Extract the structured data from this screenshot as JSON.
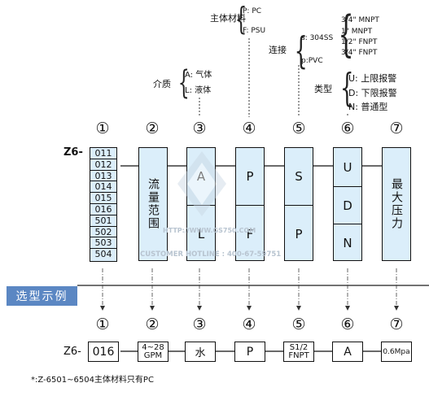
{
  "top_labels": {
    "material": {
      "label": "主体材料",
      "options": [
        "P: PC",
        "F: PSU"
      ]
    },
    "connection": {
      "label": "连接",
      "s_label": "s: 304SS",
      "p_label": "p:PVC",
      "s_options": [
        "3/4\" MNPT",
        "1\" MNPT",
        "1/2\" FNPT",
        "3/4\" FNPT"
      ]
    },
    "medium": {
      "label": "介质",
      "options": [
        "A: 气体",
        "L: 液体"
      ]
    },
    "type": {
      "label": "类型",
      "options": [
        "U: 上限报警",
        "D: 下限报警",
        "N: 普通型"
      ]
    }
  },
  "numbers": [
    "①",
    "②",
    "③",
    "④",
    "⑤",
    "⑥",
    "⑦"
  ],
  "model_prefix": "Z6-",
  "codes": [
    "011",
    "012",
    "013",
    "014",
    "015",
    "016",
    "501",
    "502",
    "503",
    "504"
  ],
  "column2_text": "流量范围",
  "column3": [
    "A",
    "L"
  ],
  "column4": [
    "P",
    "F"
  ],
  "column5": [
    "S",
    "P"
  ],
  "column6": [
    "U",
    "D",
    "N"
  ],
  "column7_text": "最大压力",
  "watermark": {
    "url": "HTTP://WWW.GS750.COM",
    "hotline": "CUSTOMER HOTLINE : 400-67-59751"
  },
  "example_banner": "选型示例",
  "example": {
    "prefix": "Z6-",
    "values": [
      "016",
      "4~28\nGPM",
      "水",
      "P",
      "S1/2\nFNPT",
      "A",
      "0.6Mpa"
    ]
  },
  "footnote": "*:Z-6501~6504主体材料只有PC"
}
